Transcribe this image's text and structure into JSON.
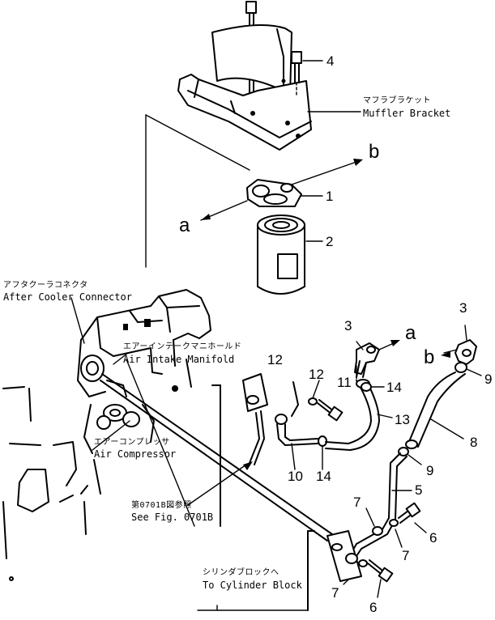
{
  "labels": {
    "muffler_bracket_jp": "マフラブラケット",
    "muffler_bracket_en": "Muffler Bracket",
    "aftercooler_jp": "アフタクーラコネクタ",
    "aftercooler_en": "After Cooler Connector",
    "intake_jp": "エアーインテークマニホールド",
    "intake_en": "Air Intake Manifold",
    "compressor_jp": "エアーコンプレッサ",
    "compressor_en": "Air Compressor",
    "fig_ref_jp": "第0701B図参照",
    "fig_ref_en": "See Fig. 0701B",
    "cyl_block_jp": "シリンダブロックへ",
    "cyl_block_en": "To Cylinder Block"
  },
  "callouts": {
    "n1": "1",
    "n2": "2",
    "n3a": "3",
    "n3b": "3",
    "n4": "4",
    "n5": "5",
    "n6a": "6",
    "n6b": "6",
    "n7a": "7",
    "n7b": "7",
    "n7c": "7",
    "n8": "8",
    "n9a": "9",
    "n9b": "9",
    "n10": "10",
    "n11": "11",
    "n12a": "12",
    "n12b": "12",
    "n13": "13",
    "n14a": "14",
    "n14b": "14"
  },
  "refs": {
    "a_left": "a",
    "b_top": "b",
    "a_right": "a",
    "b_right": "b"
  }
}
